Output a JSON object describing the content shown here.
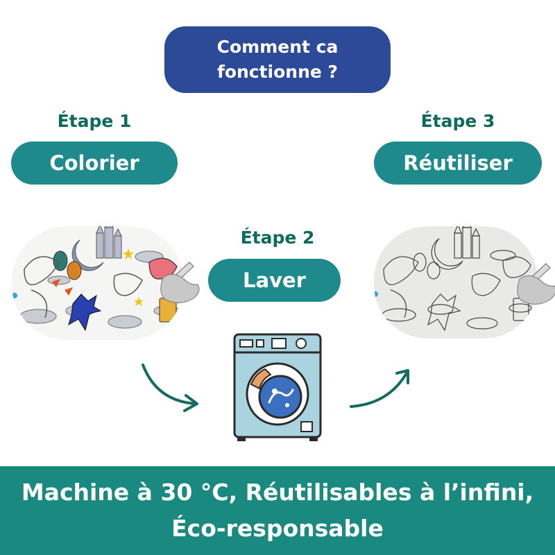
{
  "header": {
    "title_line1": "Comment ca",
    "title_line2": "fonctionne ?"
  },
  "steps": [
    {
      "label": "Étape 1",
      "action": "Colorier"
    },
    {
      "label": "Étape 2",
      "action": "Laver"
    },
    {
      "label": "Étape 3",
      "action": "Réutiliser"
    }
  ],
  "footer": {
    "line1": "Machine à 30 °C, Réutilisables à l’infini,",
    "line2": "Éco-responsable"
  },
  "colors": {
    "title_bg": "#2c4a98",
    "step_pill": "#1e8a8c",
    "step_label": "#0e6b5c",
    "footer_bg": "#1a8a80",
    "arrow": "#146b5e"
  }
}
